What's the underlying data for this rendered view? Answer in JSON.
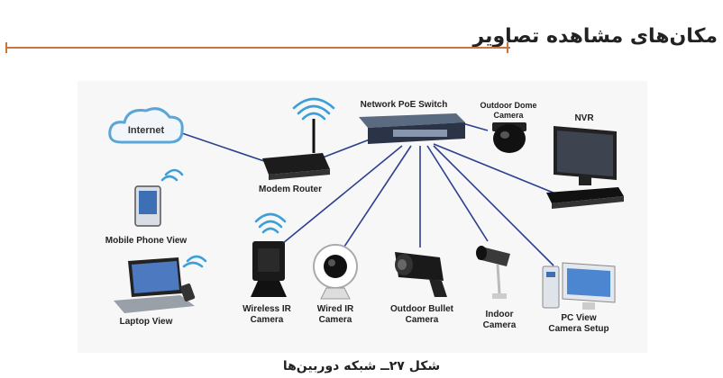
{
  "heading": "مکان‌های مشاهده تصاویر",
  "caption": "شکل ۲۷ــ شبکه دوربین‌ها",
  "diagram": {
    "internet": "Internet",
    "modem_router": "Modem Router",
    "poe_switch": "Network PoE Switch",
    "dome_l1": "Outdoor Dome",
    "dome_l2": "Camera",
    "nvr": "NVR",
    "mobile": "Mobile Phone View",
    "laptop": "Laptop View",
    "wireless_l1": "Wireless IR",
    "wireless_l2": "Camera",
    "wired_l1": "Wired IR",
    "wired_l2": "Camera",
    "bullet_l1": "Outdoor Bullet",
    "bullet_l2": "Camera",
    "indoor_l1": "Indoor",
    "indoor_l2": "Camera",
    "pc_l1": "PC View",
    "pc_l2": "Camera Setup"
  }
}
